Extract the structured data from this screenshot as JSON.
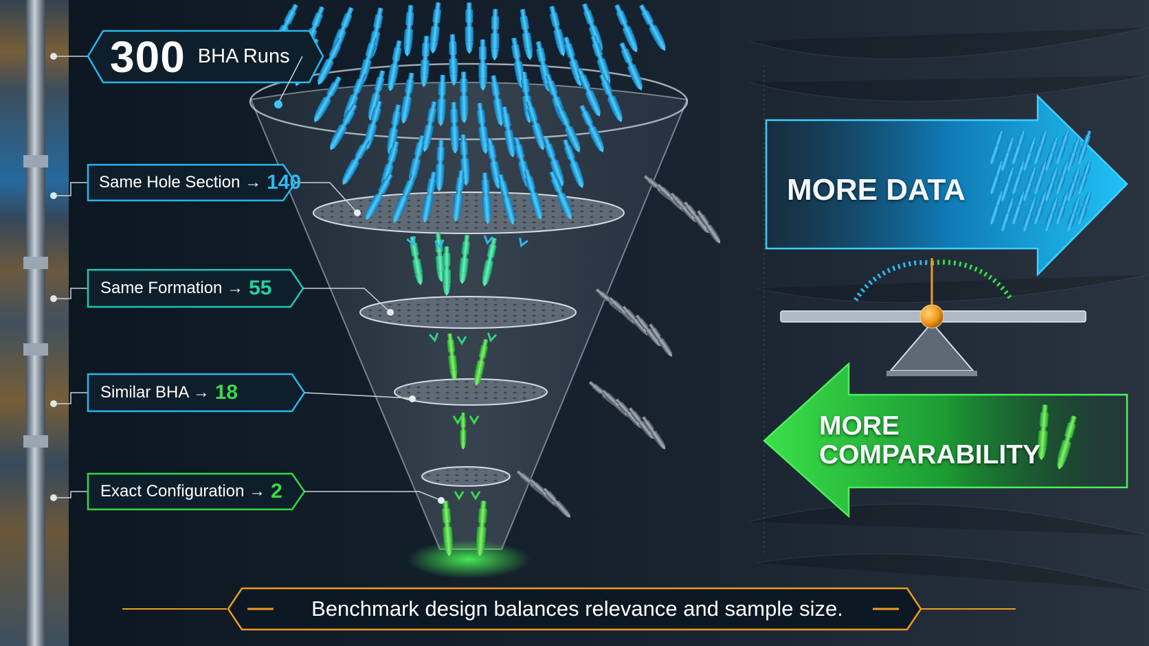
{
  "funnel": {
    "top_count": "300",
    "top_label": "BHA Runs",
    "stages": [
      {
        "label": "Same Hole Section →",
        "count": "140",
        "color": "#2fb8f0"
      },
      {
        "label": "Same Formation →",
        "count": "55",
        "color": "#22d3a0"
      },
      {
        "label": "Similar BHA →",
        "count": "18",
        "color": "#3ad94a"
      },
      {
        "label": "Exact Configuration →",
        "count": "2",
        "color": "#3ad94a"
      }
    ]
  },
  "tradeoff": {
    "more_data": "MORE DATA",
    "more_comparability_line1": "MORE",
    "more_comparability_line2": "COMPARABILITY"
  },
  "caption": "Benchmark design balances relevance and sample size.",
  "colors": {
    "accent_blue": "#1fb4f2",
    "accent_green": "#33d944",
    "accent_teal": "#20d0a8",
    "accent_orange": "#f29a1d",
    "background": "#0d1620"
  }
}
